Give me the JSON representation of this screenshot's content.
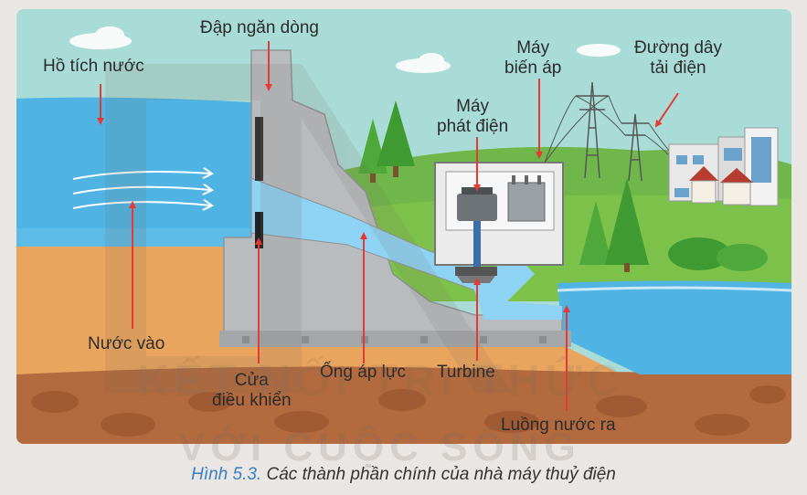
{
  "labels": {
    "reservoir": "Hồ tích nước",
    "dam": "Đập ngăn dòng",
    "transformer": [
      "Máy",
      "biến áp"
    ],
    "power_line": [
      "Đường dây",
      "tải điện"
    ],
    "generator": [
      "Máy",
      "phát điện"
    ],
    "water_in": "Nước vào",
    "control_gate": [
      "Cửa",
      "điều khiển"
    ],
    "penstock": "Ống áp lực",
    "turbine": "Turbine",
    "water_out": "Luồng nước ra"
  },
  "caption": {
    "figure_number": "Hình 5.3.",
    "text": "Các thành phần chính của nhà máy thuỷ điện"
  },
  "watermark": [
    "KẾT NỐI TRI THỨC",
    "VỚI CUỘC SỐNG"
  ],
  "colors": {
    "sky": "#a9dcd6",
    "water": "#4fb4e4",
    "dam": "#b9bcbf",
    "grass": "#7cc24a",
    "soil": "#e9a55e",
    "deep_soil": "#b26a3e",
    "arrow": "#e53935"
  }
}
